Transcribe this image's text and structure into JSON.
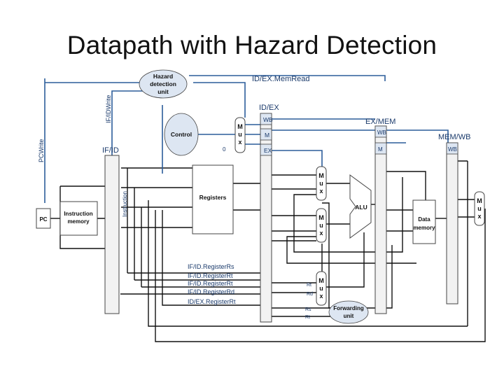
{
  "slide": {
    "title": "Datapath with Hazard Detection"
  },
  "units": {
    "hazard": [
      "Hazard",
      "detection",
      "unit"
    ],
    "control": "Control",
    "registers": "Registers",
    "alu": "ALU",
    "instruction_memory": [
      "Instruction",
      "memory"
    ],
    "data_memory": [
      "Data",
      "memory"
    ],
    "forwarding": [
      "Forwarding",
      "unit"
    ],
    "pc": "PC",
    "mux": [
      "M",
      "u",
      "x"
    ]
  },
  "pipeline_registers": {
    "if_id": "IF/ID",
    "id_ex": "ID/EX",
    "ex_mem": "EX/MEM",
    "mem_wb": "MEM/WB"
  },
  "fields": {
    "wb": "WB",
    "m": "M",
    "ex": "EX"
  },
  "signals": {
    "id_ex_memread": "ID/EX.MemRead",
    "if_id_write": "IF/IDWrite",
    "pc_write": "PCWrite",
    "instruction": "Instruction",
    "zero": "0",
    "if_id_rs": "IF/ID.RegisterRs",
    "if_id_rt_1": "IF/ID.RegisterRt",
    "if_id_rt_2": "IF/ID.RegisterRt",
    "if_id_rd": "IF/ID.RegisterRd",
    "id_ex_rt": "ID/EX.RegisterRt",
    "rt": "Rt",
    "rd": "Rd",
    "rs": "Rs",
    "rt2": "Rt"
  }
}
